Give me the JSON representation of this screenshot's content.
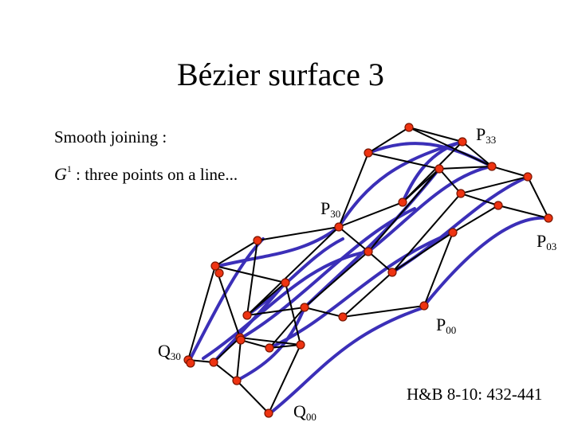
{
  "slide": {
    "title": "Bézier surface 3",
    "note_smooth": "Smooth joining :",
    "note_g_letter": "G",
    "note_g_sup": "1",
    "note_g_rest": " : three points on a line...",
    "reference": "H&B 8-10: 432-441"
  },
  "labels": {
    "p33": {
      "main": "P",
      "sub": "33"
    },
    "p30": {
      "main": "P",
      "sub": "30"
    },
    "p03": {
      "main": "P",
      "sub": "03"
    },
    "p00": {
      "main": "P",
      "sub": "00"
    },
    "q30": {
      "main": "Q",
      "sub": "30"
    },
    "q00": {
      "main": "Q",
      "sub": "00"
    }
  },
  "colors": {
    "curve": "#3b2fb8",
    "net": "#000000",
    "point_fill": "#ee3311",
    "point_stroke": "#7a1500"
  }
}
